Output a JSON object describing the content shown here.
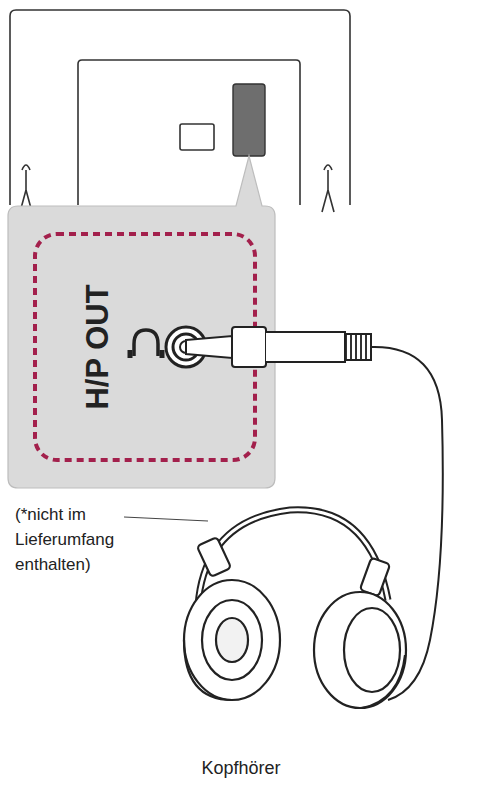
{
  "diagram": {
    "labels": [
      "H/P OUT",
      "(*nicht im Lieferumfang enthalten)",
      "Kopfhörer"
    ]
  }
}
